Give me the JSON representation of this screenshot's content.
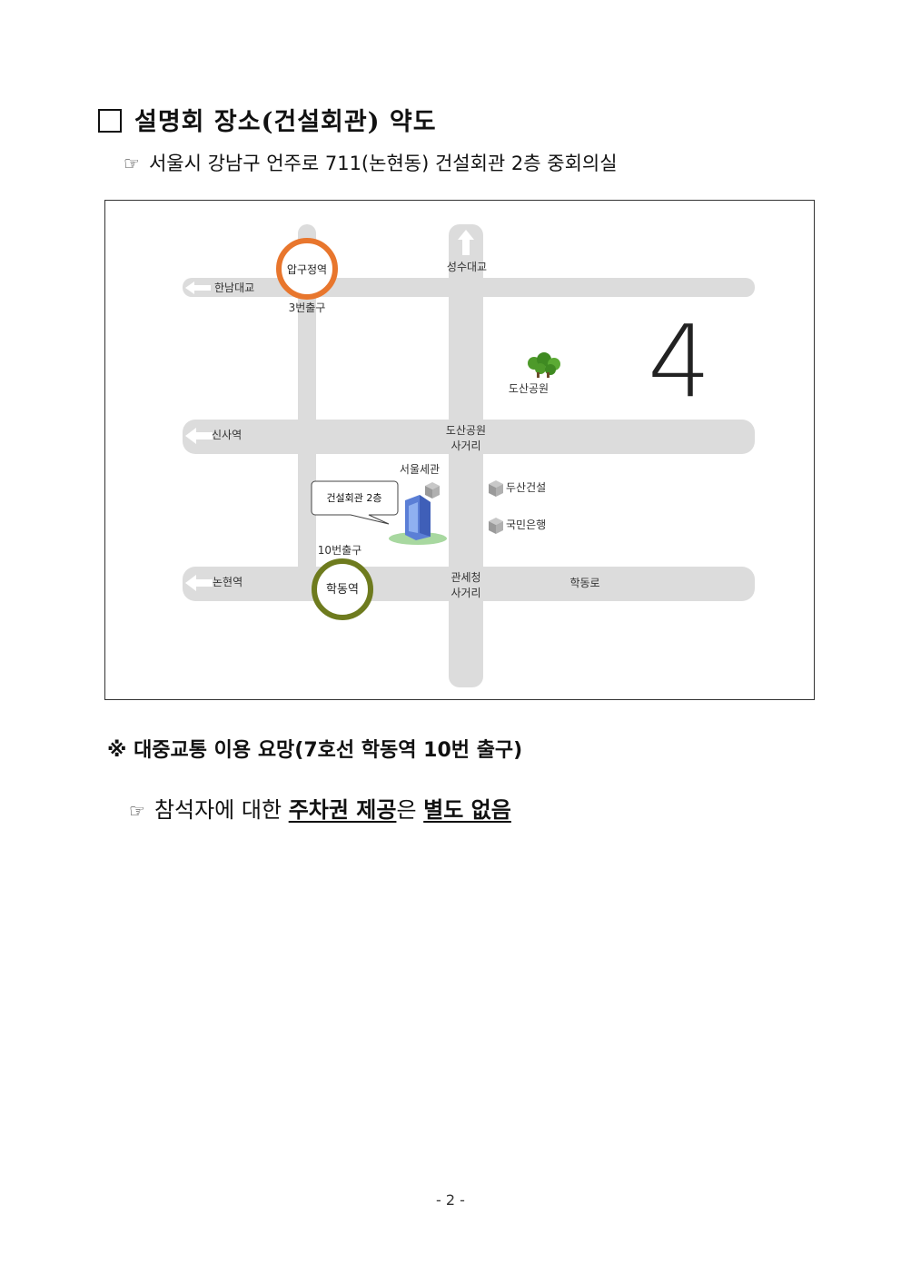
{
  "heading": {
    "checkbox": "□",
    "title": "설명회 장소(건설회관) 약도"
  },
  "address": {
    "hand_icon": "☞",
    "text": "서울시 강남구 언주로 711(논현동) 건설회관 2층 중회의실"
  },
  "map": {
    "stations": [
      {
        "id": "apgujeong",
        "name": "압구정역",
        "exit": "3번출구",
        "color": "#E8762D"
      },
      {
        "id": "hakdong",
        "name": "학동역",
        "exit": "10번출구",
        "color": "#6E7B1E"
      }
    ],
    "directions": {
      "hannam": "한남대교",
      "seongsu": "성수대교",
      "sinsa": "신사역",
      "nonhyeon": "논현역"
    },
    "landmarks": {
      "dosan_park": "도산공원",
      "dosan_intersection": [
        "도산공원",
        "사거리"
      ],
      "seoul_sekwan": "서울세관",
      "doosan": "두산건설",
      "kookmin": "국민은행",
      "gwanse_intersection": [
        "관세청",
        "사거리"
      ],
      "hakdong_ro": "학동로"
    },
    "callout": "건설회관 2층",
    "large_numeral": "4",
    "colors": {
      "road": "#DCDCDC",
      "arrow": "#FFFFFF",
      "tree": "#4E9A2A"
    }
  },
  "notice": {
    "mark": "※",
    "text": "대중교통 이용 요망(7호선 학동역 10번 출구)"
  },
  "parking": {
    "hand_icon": "☞",
    "prefix": "참석자에 대한 ",
    "underline1": "주차권 제공",
    "middle": "은 ",
    "underline2": "별도 없음"
  },
  "page_number": "- 2 -"
}
